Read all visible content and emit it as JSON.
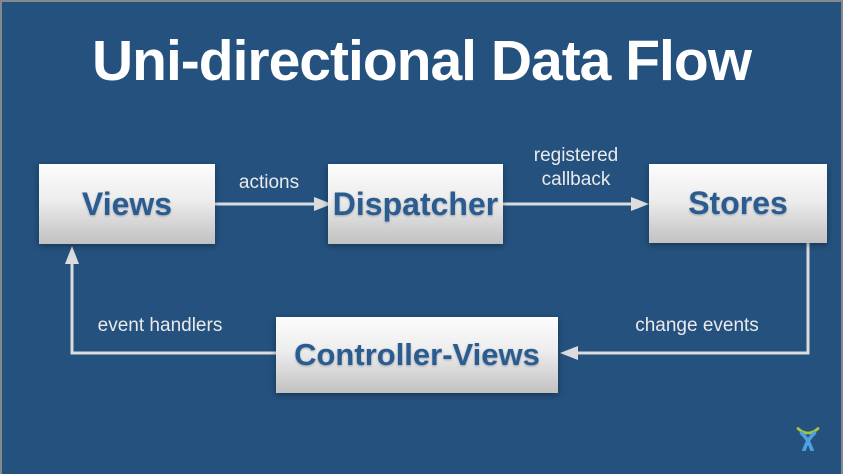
{
  "slide": {
    "title": "Uni-directional Data Flow",
    "colors": {
      "background": "#24517E",
      "frame": "#84898C",
      "node_gradient_top": "#FCFCFC",
      "node_gradient_bottom": "#C2C2C2",
      "node_text": "#2B5C8F",
      "arrow": "#DCDCDC",
      "edge_label_text": "#EAEAEA",
      "logo_green": "#A5C63B",
      "logo_blue": "#4FA0E0"
    }
  },
  "nodes": [
    {
      "id": "views",
      "label": "Views"
    },
    {
      "id": "dispatcher",
      "label": "Dispatcher"
    },
    {
      "id": "stores",
      "label": "Stores"
    },
    {
      "id": "controller-views",
      "label": "Controller-Views"
    }
  ],
  "edges": [
    {
      "from": "views",
      "to": "dispatcher",
      "label": "actions"
    },
    {
      "from": "dispatcher",
      "to": "stores",
      "label": "registered callback"
    },
    {
      "from": "stores",
      "to": "controller-views",
      "label": "change events"
    },
    {
      "from": "controller-views",
      "to": "views",
      "label": "event handlers"
    }
  ],
  "logo": {
    "name": "atlassian-logo"
  }
}
